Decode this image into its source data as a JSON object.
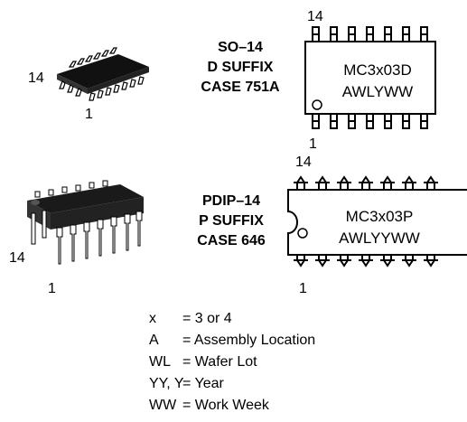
{
  "so14": {
    "package_lines": [
      "SO–14",
      "D SUFFIX",
      "CASE 751A"
    ],
    "marking_lines": [
      "MC3x03D",
      "AWLYWW"
    ],
    "pin_first": "1",
    "pin_last": "14",
    "photo_pin_first": "1",
    "photo_pin_last": "14"
  },
  "pdip14": {
    "package_lines": [
      "PDIP–14",
      "P SUFFIX",
      "CASE 646"
    ],
    "marking_lines": [
      "MC3x03P",
      "AWLYYWW"
    ],
    "pin_first": "1",
    "pin_last": "14",
    "photo_pin_first": "1",
    "photo_pin_last": "14"
  },
  "legend": [
    {
      "key": "x",
      "value": "= 3 or 4"
    },
    {
      "key": "A",
      "value": "= Assembly Location"
    },
    {
      "key": "WL",
      "value": "= Wafer Lot"
    },
    {
      "key": "YY, Y",
      "value": "= Year"
    },
    {
      "key": "WW",
      "value": "= Work Week"
    }
  ]
}
